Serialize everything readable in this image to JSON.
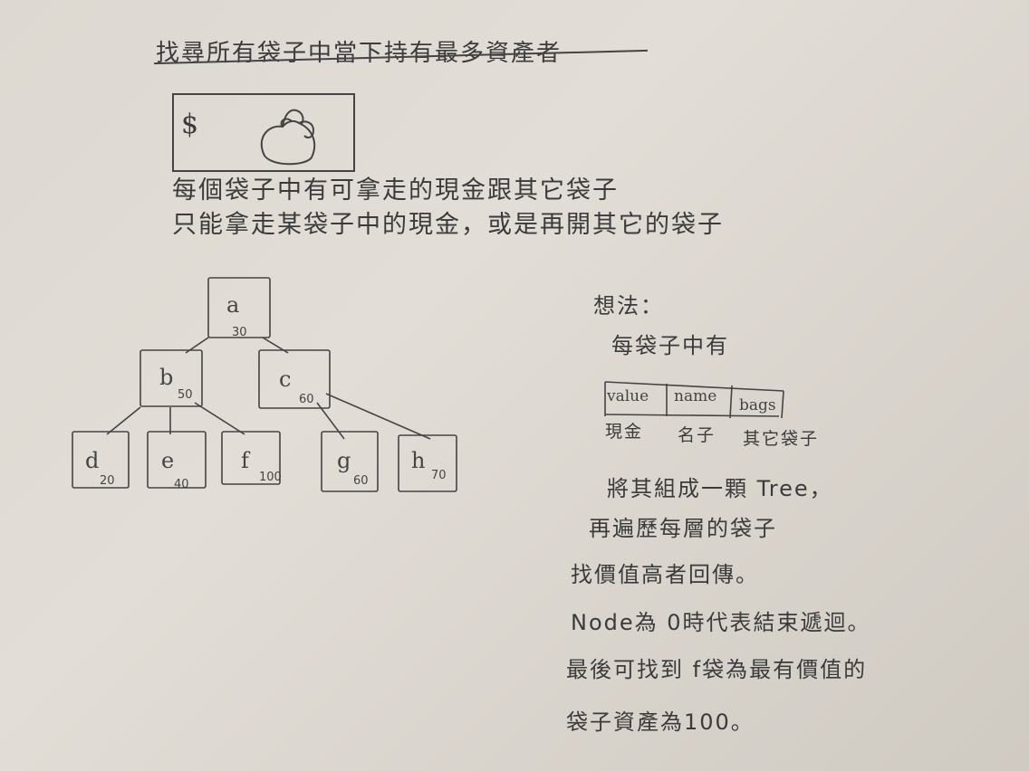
{
  "title": "找尋所有袋子中當下持有最多資產者",
  "desc": {
    "line1": "每個袋子中有可拿走的現金跟其它袋子",
    "line2": "只能拿走某袋子中的現金，或是再開其它的袋子"
  },
  "illustration": {
    "dollar": "$",
    "icons": [
      "dollar-icon",
      "money-bag-icon"
    ]
  },
  "tree": {
    "nodes": [
      {
        "id": "a",
        "value": "30"
      },
      {
        "id": "b",
        "value": "50"
      },
      {
        "id": "c",
        "value": "60"
      },
      {
        "id": "d",
        "value": "20"
      },
      {
        "id": "e",
        "value": "40"
      },
      {
        "id": "f",
        "value": "100"
      },
      {
        "id": "g",
        "value": "60"
      },
      {
        "id": "h",
        "value": "70"
      }
    ]
  },
  "right": {
    "idea": "想法：",
    "each_bag": "每袋子中有",
    "fields": [
      "value",
      "name",
      "bags"
    ],
    "field_notes": [
      "現金",
      "名子",
      "其它袋子"
    ],
    "p1": "將其組成一顆 Tree，",
    "p2": "再遍歷每層的袋子",
    "p3": "找價值高者回傳。",
    "p4": "Node為 0時代表結束遞迴。",
    "p5": "最後可找到 f袋為最有價值的",
    "p6": "袋子資產為100。"
  }
}
